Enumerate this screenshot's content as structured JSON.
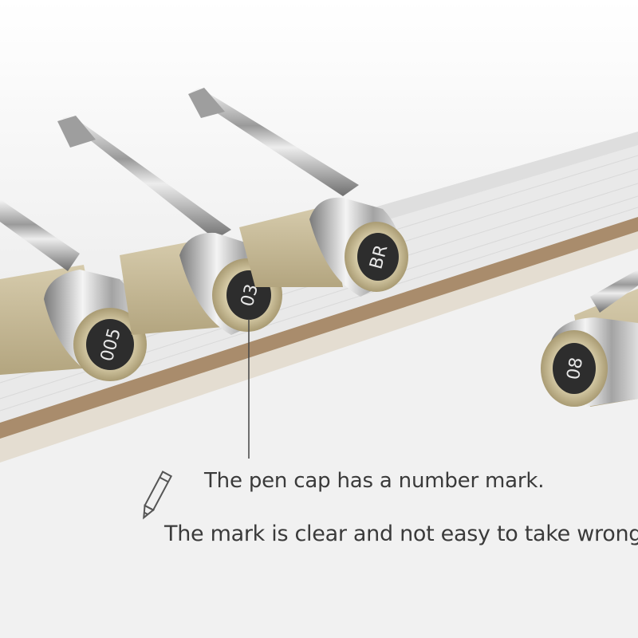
{
  "captions": {
    "line1": "The pen cap has a number mark.",
    "line2": "The mark is clear and not easy to take wrong."
  },
  "pen_caps": [
    {
      "label": "005"
    },
    {
      "label": "03"
    },
    {
      "label": "BR"
    },
    {
      "label": "08"
    }
  ],
  "icons": {
    "pencil": "pencil-icon"
  },
  "colors": {
    "background": "#f1f1f1",
    "page": "#ffffff",
    "pen_body": "#c8bb98",
    "chrome": "#c9c9c9",
    "cap_face": "#2d2d2d",
    "text": "#3a3a3a",
    "board_edge": "#a98c6c"
  }
}
